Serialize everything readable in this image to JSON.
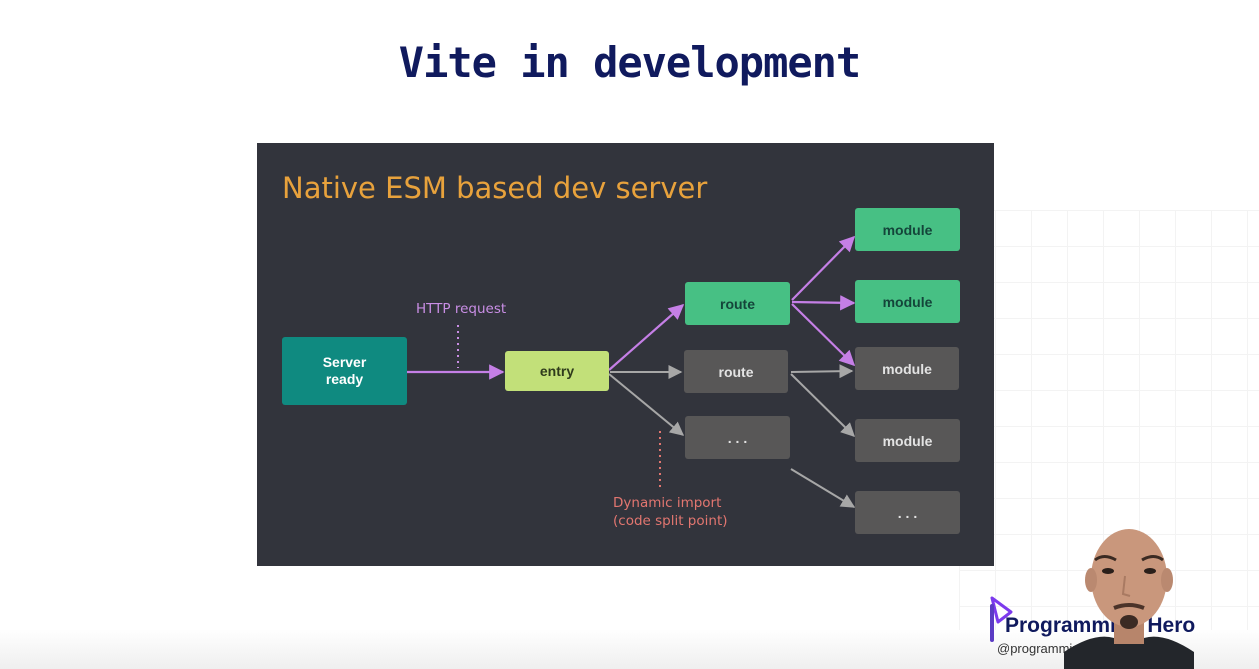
{
  "slide": {
    "title": "Vite in development"
  },
  "diagram": {
    "heading": "Native ESM based dev server",
    "annotations": {
      "http_request": "HTTP request",
      "dynamic_import_line1": "Dynamic import",
      "dynamic_import_line2": "(code split point)"
    },
    "nodes": {
      "server_line1": "Server",
      "server_line2": "ready",
      "entry": "entry",
      "route_active": "route",
      "route_inactive": "route",
      "route_more": ". . .",
      "module_1": "module",
      "module_2": "module",
      "module_3": "module",
      "module_4": "module",
      "module_more": ". . ."
    },
    "colors": {
      "panel_background": "#32343c",
      "heading": "#e8a23c",
      "server_node": "#0f8a80",
      "entry_node": "#c2e079",
      "active_node": "#47c084",
      "inactive_node": "#585757",
      "active_arrow": "#c57fe6",
      "inactive_arrow": "#a7a7a7",
      "http_label": "#c98ee5",
      "dynamic_import_label": "#e27670"
    }
  },
  "branding": {
    "name": "Programming Hero",
    "handle": "@programming"
  }
}
